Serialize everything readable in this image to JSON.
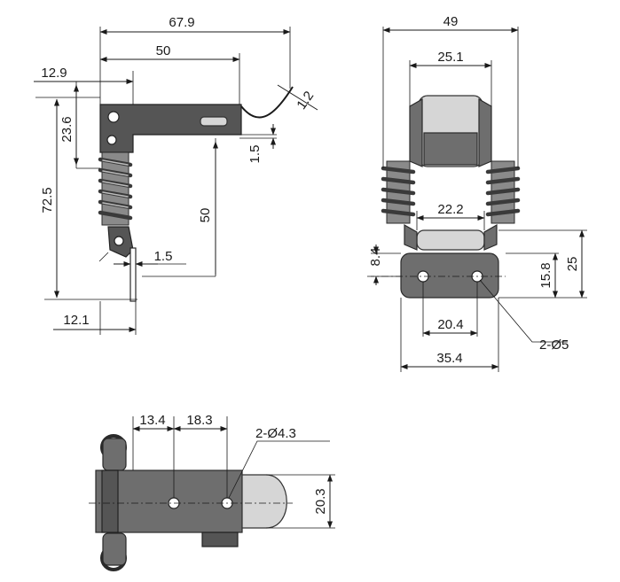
{
  "dimensions": {
    "side_overall_width": "67.9",
    "side_width_50_top": "50",
    "side_offset": "12.9",
    "side_thickness": "1.2",
    "side_height_23_6": "23.6",
    "side_height_72_5": "72.5",
    "side_gap_1_5": "1.5",
    "side_height_50": "50",
    "side_plate_1_5": "1.5",
    "side_bottom_12_1": "12.1",
    "front_width_49": "49",
    "front_width_25_1": "25.1",
    "front_width_22_2": "22.2",
    "front_height_8_4": "8.4",
    "front_height_15_8": "15.8",
    "front_height_25": "25",
    "front_hole_spacing": "20.4",
    "front_base_width": "35.4",
    "front_holes": "2-Ø5",
    "top_dim_13_4": "13.4",
    "top_dim_18_3": "18.3",
    "top_holes": "2-Ø4.3",
    "top_height_20_3": "20.3"
  }
}
